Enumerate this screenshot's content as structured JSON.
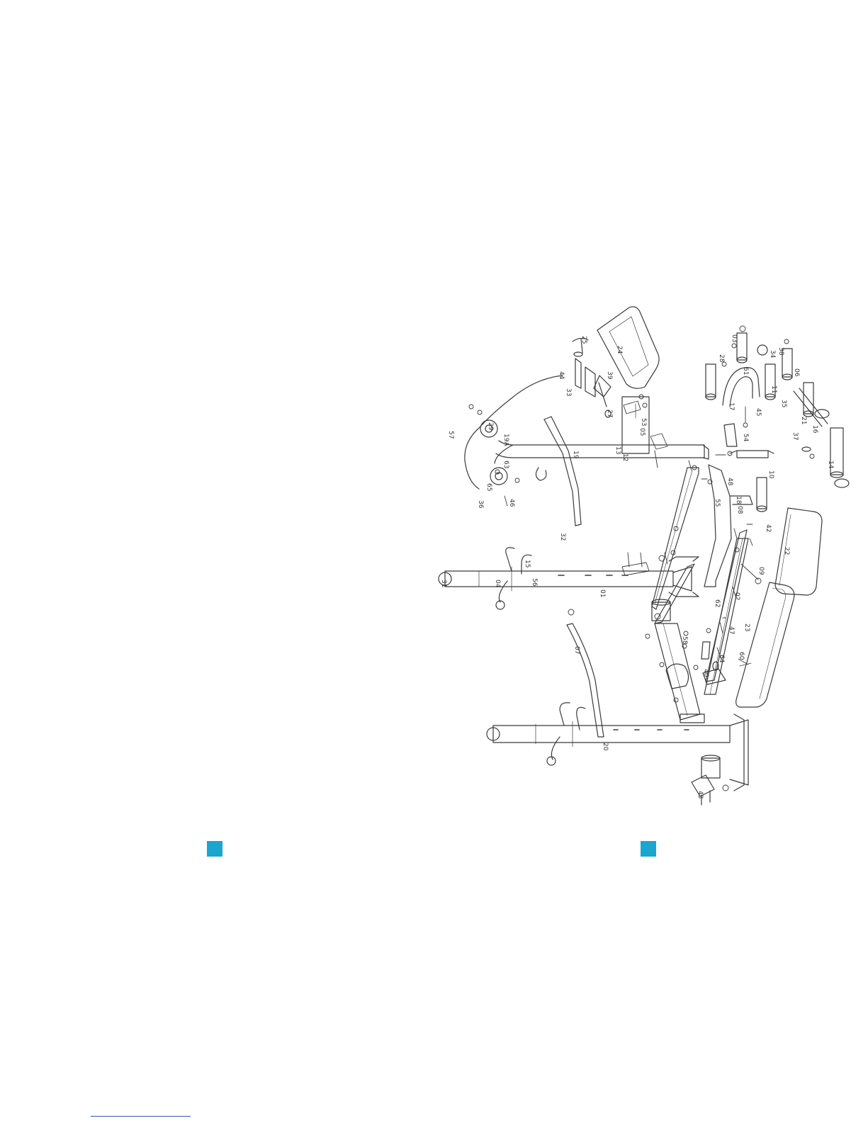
{
  "colors": {
    "page_marker": "#1ba6cf",
    "line": "#3a3a3a",
    "footnote_rule": "#3b4fb8"
  },
  "part_labels": [
    "24",
    "25",
    "33",
    "44",
    "39",
    "53",
    "05",
    "13",
    "27",
    "22",
    "29",
    "57",
    "19",
    "19A",
    "12",
    "32",
    "36",
    "46",
    "65",
    "63",
    "31",
    "04",
    "15",
    "56",
    "01",
    "20",
    "07",
    "23",
    "42",
    "64",
    "08",
    "40",
    "17",
    "28",
    "34",
    "11",
    "14",
    "16",
    "10",
    "18",
    "43",
    "45",
    "06",
    "21",
    "37",
    "38",
    "61",
    "54",
    "03",
    "35",
    "48",
    "62",
    "02",
    "09",
    "47",
    "60",
    "58",
    "55"
  ]
}
